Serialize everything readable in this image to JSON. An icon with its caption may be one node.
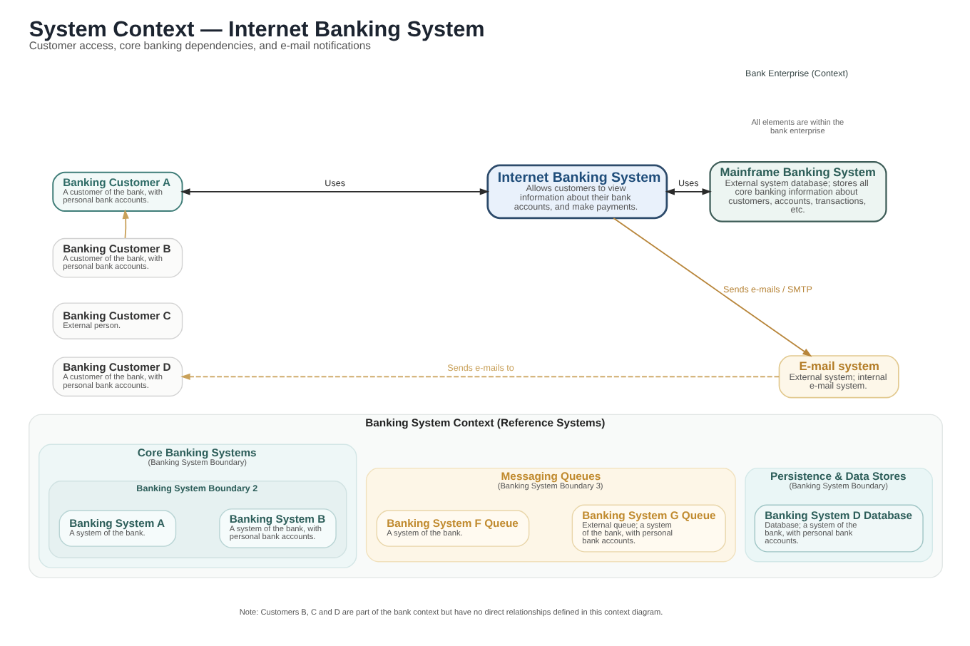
{
  "diagram": {
    "title": "System Context — Internet Banking System",
    "caption": "Customer access, core banking dependencies, and e-mail notifications",
    "nodes": [
      {
        "text": [
          "Banking Customer A",
          "A customer of the bank, with personal bank accounts."
        ]
      },
      {
        "text": [
          "Banking Customer B",
          "A customer of the bank, with personal bank accounts."
        ]
      },
      {
        "text": [
          "Banking Customer C",
          "External person."
        ]
      },
      {
        "text": [
          "Banking Customer D",
          "A customer of the bank, with personal bank accounts."
        ]
      },
      {
        "text": [
          "Internet Banking System",
          "Allows customers to view information about their bank accounts, and make payments."
        ]
      },
      {
        "text": [
          "Mainframe Banking System",
          "External system database; stores all core banking information about customers, accounts, transactions, etc."
        ]
      },
      {
        "text": [
          "E-mail system",
          "External system; internal e-mail system."
        ]
      },
      {
        "text": [
          "Banking System Context (Reference Systems)"
        ]
      },
      {
        "text": [
          "Core Banking Systems",
          "(Banking System Boundary)"
        ],
        "in": 7
      },
      {
        "text": [
          "Banking System Boundary 2"
        ],
        "in": 8
      },
      {
        "text": [
          "Banking System A",
          "A system of the bank."
        ],
        "in": 9
      },
      {
        "text": [
          "Banking System B",
          "A system of the bank, with personal bank accounts."
        ],
        "in": 9
      },
      {
        "text": [
          "Messaging Queues",
          "(Banking System Boundary 3)"
        ],
        "in": 7
      },
      {
        "text": [
          "Banking System F Queue",
          "A system of the bank."
        ],
        "in": 12
      },
      {
        "text": [
          "Banking System G Queue",
          "External queue; a system of the bank, with personal bank accounts."
        ],
        "in": 12
      },
      {
        "text": [
          "Persistence & Data Stores",
          "(Banking System Boundary)"
        ],
        "in": 7
      },
      {
        "text": [
          "Banking System D Database",
          "Database; a system of the bank, with personal bank accounts."
        ],
        "in": 15
      }
    ],
    "edges": [
      {
        "from": 0,
        "to": 4,
        "arrow": "both",
        "label": "Uses"
      },
      {
        "from": 4,
        "to": 5,
        "arrow": "both",
        "label": "Uses"
      },
      {
        "from": 4,
        "to": 6,
        "arrow": "to",
        "label": "Sends e-mails / SMTP",
        "color": "#b8863b"
      },
      {
        "from": 6,
        "to": 3,
        "arrow": "to",
        "label": "Sends e-mails to",
        "style": "dashed",
        "color": "#c9a15a"
      },
      {
        "from": 1,
        "to": 0,
        "arrow": "to",
        "color": "#c9a15a"
      }
    ],
    "labels": [
      "Bank Enterprise (Context)",
      "All elements are within the bank enterprise",
      "Note: Customers B, C and D are part of the bank context but have no direct relationships defined in this context diagram."
    ]
  }
}
